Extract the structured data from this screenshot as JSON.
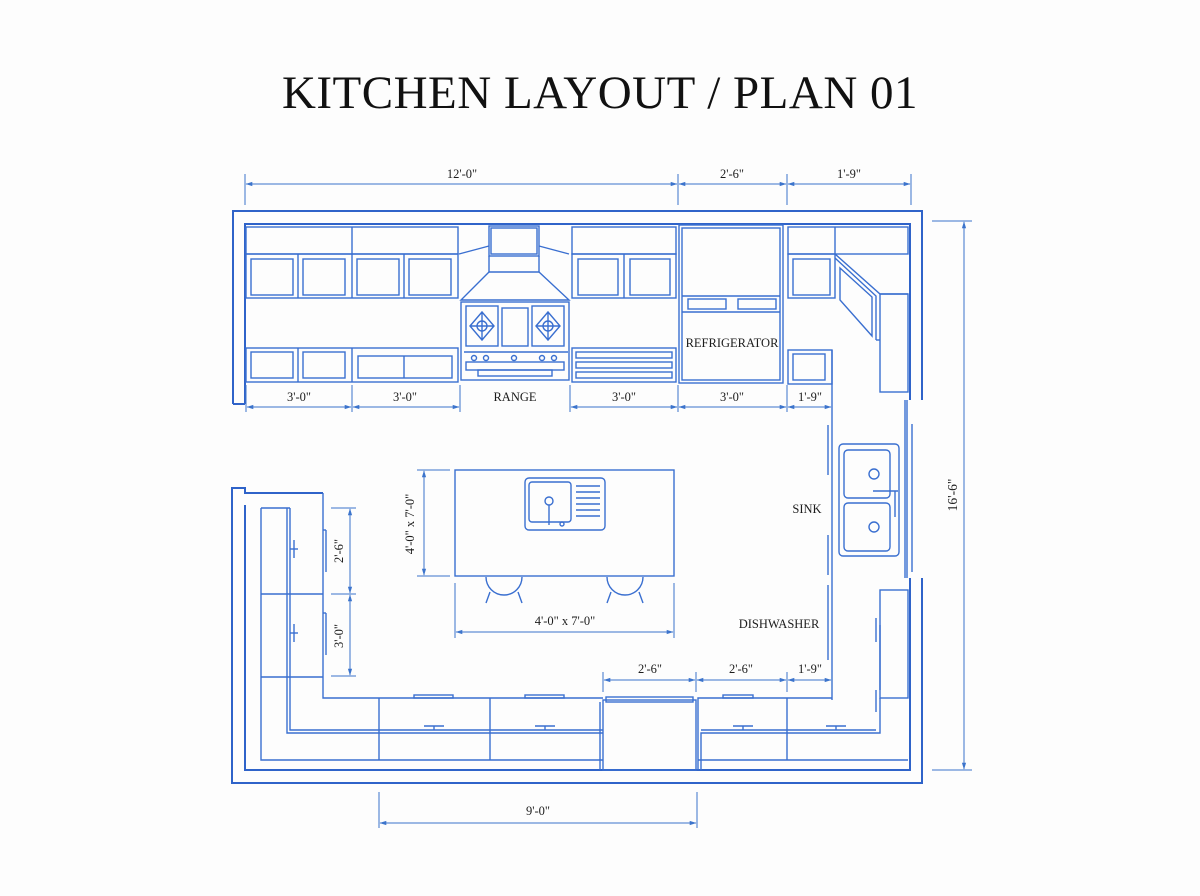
{
  "title": "KITCHEN LAYOUT / PLAN 01",
  "colors": {
    "line": "#2f63c9",
    "dimension": "#3c74cc",
    "text": "#1c1c1c",
    "background": "#fdfdfd"
  },
  "top_dimensions": [
    "12'-0\"",
    "2'-6\"",
    "1'-9\""
  ],
  "upper_run_dimensions": [
    "3'-0\"",
    "3'-0\"",
    "RANGE",
    "3'-0\"",
    "3'-0\"",
    "1'-9\""
  ],
  "appliances": {
    "range": "RANGE",
    "refrigerator": "REFRIGERATOR",
    "sink": "SINK",
    "dishwasher": "DISHWASHER"
  },
  "island": {
    "size_horizontal": "4'-0\" x 7'-0\"",
    "size_vertical": "4'-0\" x 7'-0\""
  },
  "left_run_dimensions": [
    "2'-6\"",
    "3'-0\""
  ],
  "bottom_run_dimensions": [
    "2'-6\"",
    "2'-6\"",
    "1'-9\""
  ],
  "bottom_overall": "9'-0\"",
  "right_overall": "16'-6\""
}
